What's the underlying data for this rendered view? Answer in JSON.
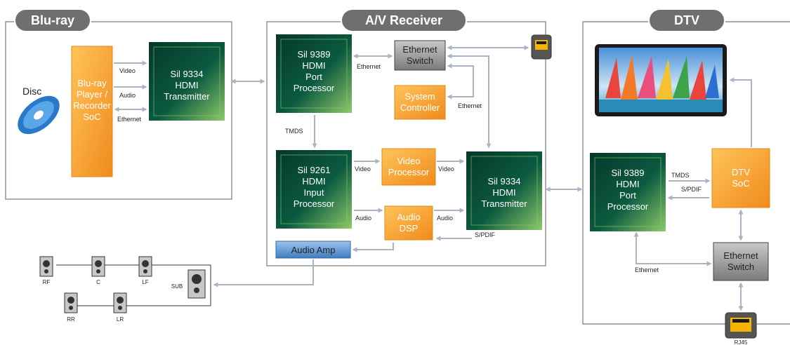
{
  "sections": {
    "bluray": "Blu-ray",
    "receiver": "A/V Receiver",
    "dtv": "DTV"
  },
  "bluray": {
    "disc": "Disc",
    "soc": [
      "Blu-ray",
      "Player /",
      "Recorder",
      "SoC"
    ],
    "transmitter": [
      "Sil 9334",
      "HDMI",
      "Transmitter"
    ],
    "sig_video": "Video",
    "sig_audio": "Audio",
    "sig_ethernet": "Ethernet"
  },
  "receiver": {
    "port_processor": [
      "Sil 9389",
      "HDMI",
      "Port",
      "Processor"
    ],
    "ethernet_switch": [
      "Ethernet",
      "Switch"
    ],
    "system_controller": [
      "System",
      "Controller"
    ],
    "input_processor": [
      "Sil 9261",
      "HDMI",
      "Input",
      "Processor"
    ],
    "video_processor": [
      "Video",
      "Processor"
    ],
    "audio_dsp": [
      "Audio",
      "DSP"
    ],
    "transmitter": [
      "Sil 9334",
      "HDMI",
      "Transmitter"
    ],
    "audio_amp": "Audio Amp",
    "lbl_ethernet_a": "Ethernet",
    "lbl_ethernet_b": "Ethernet",
    "lbl_tmds": "TMDS",
    "lbl_video_a": "Video",
    "lbl_video_b": "Video",
    "lbl_audio_a": "Audio",
    "lbl_audio_b": "Audio",
    "lbl_spdif": "S/PDIF"
  },
  "dtv": {
    "port_processor": [
      "Sil 9389",
      "HDMI",
      "Port",
      "Processor"
    ],
    "soc": [
      "DTV",
      "SoC"
    ],
    "ethernet_switch": [
      "Ethernet",
      "Switch"
    ],
    "lbl_tmds": "TMDS",
    "lbl_spdif": "S/PDIF",
    "lbl_ethernet": "Ethernet",
    "rj45": "RJ45"
  },
  "speakers": {
    "rf": "RF",
    "c": "C",
    "lf": "LF",
    "sub": "SUB",
    "rr": "RR",
    "lr": "LR"
  },
  "icons": {
    "disc": "disc-icon",
    "ethernet_port": "rj45-port-icon",
    "speaker": "speaker-icon",
    "tv_picture": "sailboats-picture"
  },
  "colors": {
    "chip_green_dark": "#0b4a36",
    "chip_green_light": "#8fc96a",
    "orange": "#f6a02e",
    "grey_box": "#8a8a8a",
    "audio_amp_blue": "#4f8fcf",
    "section_title": "#6f6f6f",
    "arrow": "#aab4c2"
  }
}
